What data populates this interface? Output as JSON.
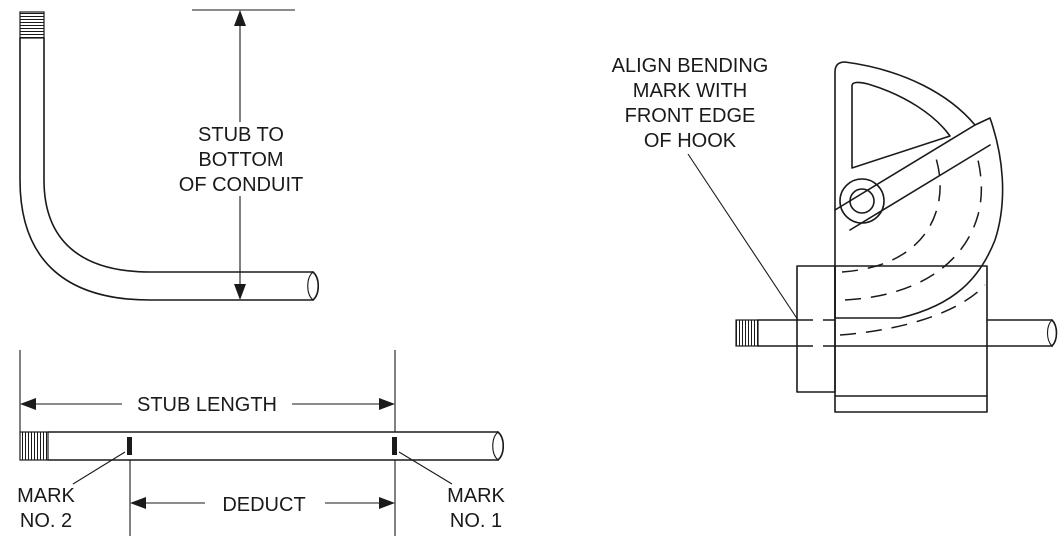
{
  "labels": {
    "stub_to_bottom": [
      "STUB TO",
      "BOTTOM",
      "OF CONDUIT"
    ],
    "stub_length": "STUB LENGTH",
    "deduct": "DEDUCT",
    "mark_no_2": [
      "MARK",
      "NO. 2"
    ],
    "mark_no_1": [
      "MARK",
      "NO. 1"
    ],
    "align_note": [
      "ALIGN BENDING",
      "MARK WITH",
      "FRONT EDGE",
      "OF HOOK"
    ]
  },
  "colors": {
    "ink": "#1a1a1a",
    "background": "#ffffff"
  }
}
